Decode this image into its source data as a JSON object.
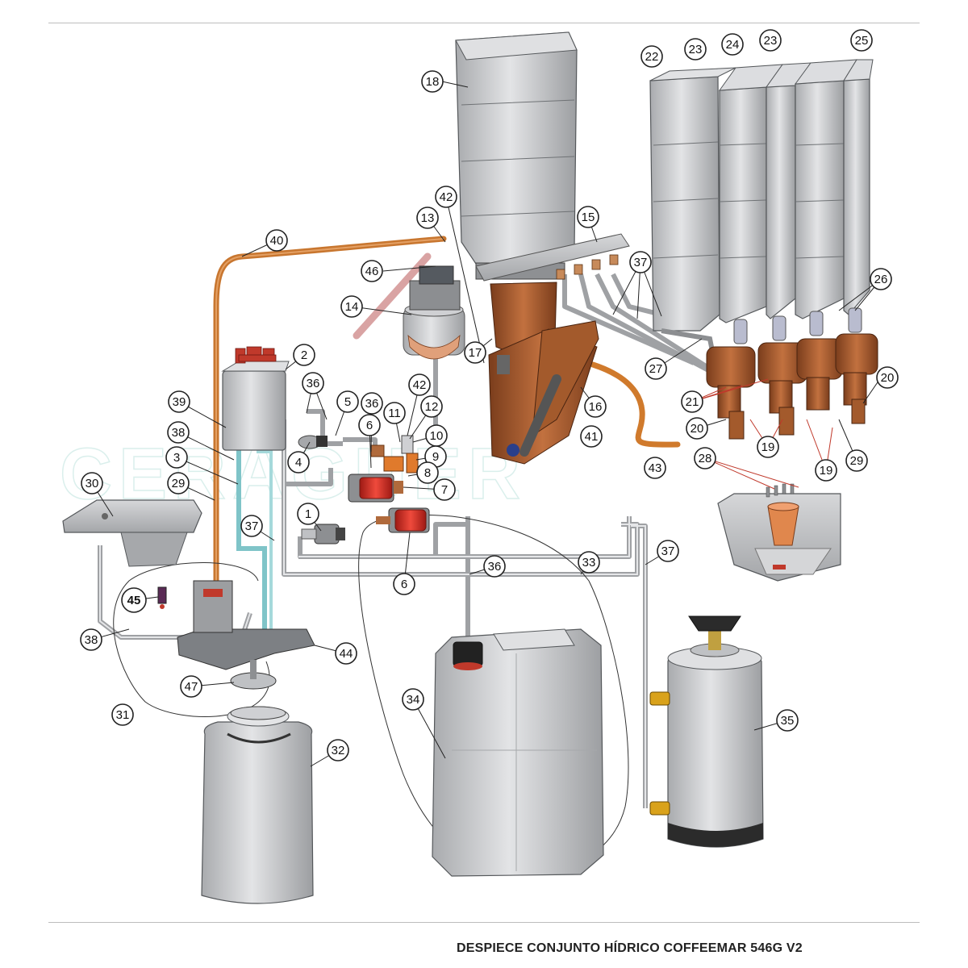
{
  "title": "DESPIECE CONJUNTO HÍDRICO COFFEEMAR 546G V2",
  "colors": {
    "copper": "#b06a3c",
    "copper_pipe": "#d07a2c",
    "grey_body": "#c9cacc",
    "grey_dark": "#8d8f92",
    "cyan_tube": "#7fc4c8",
    "red_pump": "#d9342b",
    "leader_red": "#c0392b"
  },
  "parts": [
    {
      "num": "1",
      "icon": "inlet-valve-icon"
    },
    {
      "num": "2",
      "icon": "air-break-tank-icon"
    },
    {
      "num": "3",
      "icon": "tube-fitting-icon"
    },
    {
      "num": "4",
      "icon": "flowmeter-icon"
    },
    {
      "num": "5",
      "icon": "pipe-icon"
    },
    {
      "num": "6",
      "icon": "pump-icon"
    },
    {
      "num": "7",
      "icon": "fitting-icon"
    },
    {
      "num": "8",
      "icon": "fitting-icon"
    },
    {
      "num": "9",
      "icon": "fitting-icon"
    },
    {
      "num": "10",
      "icon": "valve-icon"
    },
    {
      "num": "11",
      "icon": "fitting-icon"
    },
    {
      "num": "12",
      "icon": "fitting-icon"
    },
    {
      "num": "13",
      "icon": "pipe-icon"
    },
    {
      "num": "14",
      "icon": "boiler-icon"
    },
    {
      "num": "15",
      "icon": "manifold-icon"
    },
    {
      "num": "16",
      "icon": "brew-unit-icon"
    },
    {
      "num": "17",
      "icon": "bracket-icon"
    },
    {
      "num": "18",
      "icon": "hopper-icon"
    },
    {
      "num": "19",
      "icon": "mixer-icon"
    },
    {
      "num": "20",
      "icon": "mixer-icon"
    },
    {
      "num": "21",
      "icon": "mixer-icon"
    },
    {
      "num": "22",
      "icon": "canister-icon"
    },
    {
      "num": "23",
      "icon": "canister-icon"
    },
    {
      "num": "24",
      "icon": "canister-icon"
    },
    {
      "num": "25",
      "icon": "canister-icon"
    },
    {
      "num": "26",
      "icon": "canister-outlet-icon"
    },
    {
      "num": "27",
      "icon": "pipe-icon"
    },
    {
      "num": "28",
      "icon": "dispensing-nozzles-icon"
    },
    {
      "num": "29",
      "icon": "tube-icon"
    },
    {
      "num": "30",
      "icon": "drip-tray-icon"
    },
    {
      "num": "31",
      "icon": "hose-icon"
    },
    {
      "num": "32",
      "icon": "waste-drum-icon"
    },
    {
      "num": "33",
      "icon": "hose-icon"
    },
    {
      "num": "34",
      "icon": "water-jerrycan-icon"
    },
    {
      "num": "35",
      "icon": "water-softener-icon"
    },
    {
      "num": "36",
      "icon": "tube-icon"
    },
    {
      "num": "37",
      "icon": "tube-icon"
    },
    {
      "num": "38",
      "icon": "tube-icon"
    },
    {
      "num": "39",
      "icon": "tube-icon"
    },
    {
      "num": "40",
      "icon": "copper-pipe-icon"
    },
    {
      "num": "41",
      "icon": "tube-icon"
    },
    {
      "num": "42",
      "icon": "tube-icon"
    },
    {
      "num": "43",
      "icon": "copper-pipe-icon"
    },
    {
      "num": "44",
      "icon": "pump-base-icon"
    },
    {
      "num": "45",
      "icon": "float-switch-icon"
    },
    {
      "num": "46",
      "icon": "valve-block-icon"
    },
    {
      "num": "47",
      "icon": "float-icon"
    }
  ],
  "watermark": "CERAGUER"
}
